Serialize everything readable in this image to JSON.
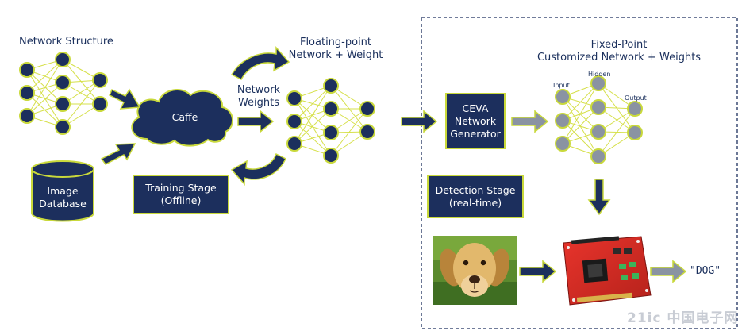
{
  "labels": {
    "network_structure": "Network Structure",
    "floating_point_1": "Floating-point",
    "floating_point_2": "Network + Weight",
    "network_weights_1": "Network",
    "network_weights_2": "Weights",
    "fixed_point_1": "Fixed-Point",
    "fixed_point_2": "Customized Network + Weights",
    "input": "Input",
    "hidden": "Hidden",
    "output": "Output"
  },
  "cloud_label": "Caffe",
  "database": {
    "line1": "Image",
    "line2": "Database"
  },
  "boxes": {
    "training": {
      "line1": "Training Stage",
      "line2": "(Offline)"
    },
    "ceva": {
      "line1": "CEVA",
      "line2": "Network",
      "line3": "Generator"
    },
    "detection": {
      "line1": "Detection Stage",
      "line2": "(real-time)"
    }
  },
  "result_text": "\"DOG\"",
  "watermark": "21ic 中国电子网",
  "colors": {
    "navy": "#1c2f5d",
    "lime": "#c9d93b",
    "grey_node": "#8a93a2"
  }
}
